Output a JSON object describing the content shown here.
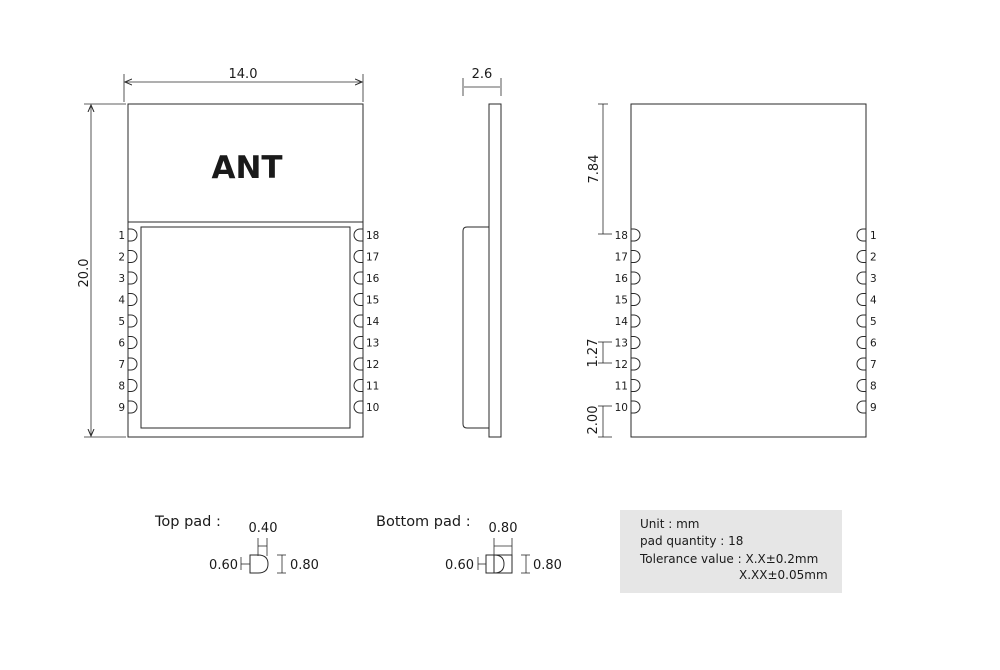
{
  "top_view": {
    "width_dim": "14.0",
    "height_dim": "20.0",
    "antenna_label": "ANT",
    "left_pins": [
      "1",
      "2",
      "3",
      "4",
      "5",
      "6",
      "7",
      "8",
      "9"
    ],
    "right_pins": [
      "18",
      "17",
      "16",
      "15",
      "14",
      "13",
      "12",
      "11",
      "10"
    ]
  },
  "side_view": {
    "thickness_dim": "2.6"
  },
  "bottom_view": {
    "antenna_dim": "7.84",
    "pitch_dim": "1.27",
    "bottom_dim": "2.00",
    "left_pins": [
      "18",
      "17",
      "16",
      "15",
      "14",
      "13",
      "12",
      "11",
      "10"
    ],
    "right_pins": [
      "1",
      "2",
      "3",
      "4",
      "5",
      "6",
      "7",
      "8",
      "9"
    ]
  },
  "top_pad": {
    "title": "Top pad :",
    "dim_top": "0.40",
    "dim_left": "0.60",
    "dim_right": "0.80"
  },
  "bottom_pad": {
    "title": "Bottom pad :",
    "dim_top": "0.80",
    "dim_left": "0.60",
    "dim_right": "0.80"
  },
  "notes": {
    "unit": "Unit : mm",
    "pad_quantity": "pad quantity : 18",
    "tolerance_1": "Tolerance value : X.X±0.2mm",
    "tolerance_2": "X.XX±0.05mm"
  }
}
